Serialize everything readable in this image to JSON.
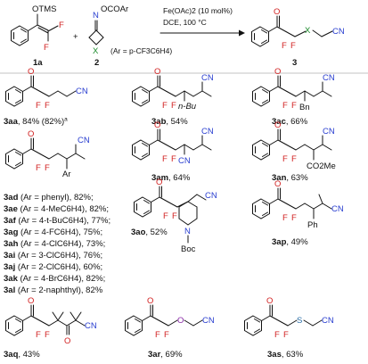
{
  "reaction": {
    "reagent_1_group": "OTMS",
    "reagent_2_group": "OCOAr",
    "reagent_1_label": "1a",
    "reagent_2_label": "2",
    "ring_atom": "X",
    "aryl_def": "(Ar = p-CF3C6H4)",
    "catalyst": "Fe(OAc)2 (10 mol%)",
    "conditions": "DCE, 100 °C",
    "product_label": "3",
    "atom_F": "F",
    "atom_O": "O",
    "atom_N": "N",
    "atom_S": "S",
    "group_CN": "CN",
    "group_nBu": "n-Bu",
    "group_Bn": "Bn",
    "group_Ar": "Ar",
    "group_CO2Me": "CO2Me",
    "group_Ph": "Ph",
    "group_Boc": "Boc"
  },
  "products": [
    {
      "id": "3aa",
      "text": ", 84% (82%)",
      "note": "a"
    },
    {
      "id": "3ab",
      "text": ", 54%"
    },
    {
      "id": "3ac",
      "text": ", 66%"
    },
    {
      "id": "3am",
      "text": ", 64%"
    },
    {
      "id": "3an",
      "text": ", 63%"
    },
    {
      "id": "3ao",
      "text": ", 52%"
    },
    {
      "id": "3ap",
      "text": ", 49%"
    },
    {
      "id": "3aq",
      "text": ", 43%"
    },
    {
      "id": "3ar",
      "text": ", 69%"
    },
    {
      "id": "3as",
      "text": ", 63%"
    }
  ],
  "ar_series": [
    {
      "id": "3ad",
      "text": " (Ar = phenyl), 82%;"
    },
    {
      "id": "3ae",
      "text": " (Ar = 4-MeC6H4), 82%;"
    },
    {
      "id": "3af",
      "text": " (Ar = 4-t-BuC6H4), 77%;"
    },
    {
      "id": "3ag",
      "text": " (Ar = 4-FC6H4), 75%;"
    },
    {
      "id": "3ah",
      "text": " (Ar = 4-ClC6H4), 73%;"
    },
    {
      "id": "3ai",
      "text": " (Ar = 3-ClC6H4), 76%;"
    },
    {
      "id": "3aj",
      "text": " (Ar = 2-ClC6H4), 60%;"
    },
    {
      "id": "3ak",
      "text": " (Ar = 4-BrC6H4), 82%;"
    },
    {
      "id": "3al",
      "text": " (Ar = 2-naphthyl), 82%"
    }
  ]
}
